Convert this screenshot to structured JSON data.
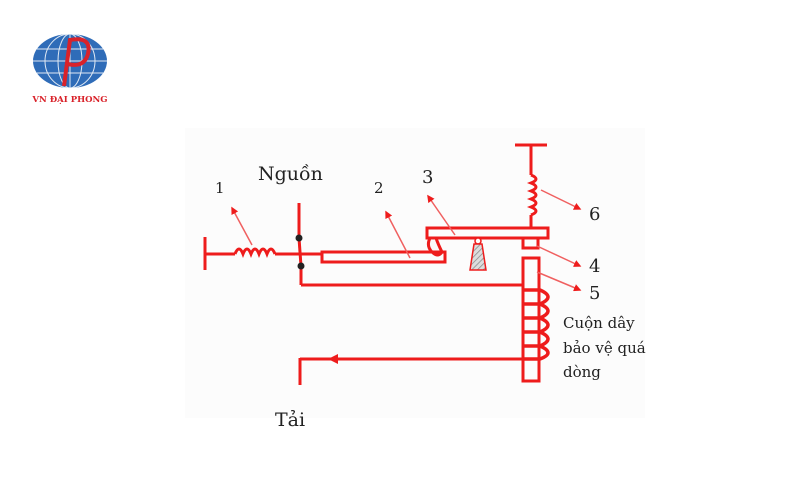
{
  "logo": {
    "text": "VN ĐẠI PHONG"
  },
  "diagram": {
    "labels": {
      "one": "1",
      "two": "2",
      "three": "3",
      "four": "4",
      "five": "5",
      "six": "6",
      "source": "Nguồn",
      "load": "Tải",
      "coil_line1": "Cuộn dây",
      "coil_line2": "bảo vệ quá",
      "coil_line3": "dòng"
    },
    "colors": {
      "wire": "#ee1c1c",
      "arrow": "#f06060",
      "logo_blue": "#2f6cb8",
      "logo_red": "#d9222a"
    }
  }
}
